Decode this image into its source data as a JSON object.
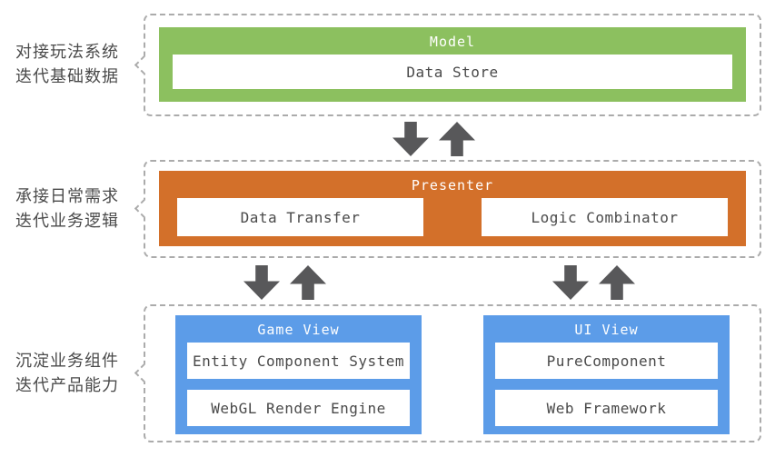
{
  "colors": {
    "model_green": "#8CC05F",
    "presenter_orange": "#D3702A",
    "view_blue": "#5C9CE8",
    "arrow_gray": "#58585A",
    "text_gray": "#4A4A4A",
    "dashed_border": "#ABABAB"
  },
  "sections": [
    {
      "label": [
        "对接玩法系统",
        "迭代基础数据"
      ],
      "layers": [
        {
          "title": "Model",
          "items": [
            "Data Store"
          ]
        }
      ]
    },
    {
      "label": [
        "承接日常需求",
        "迭代业务逻辑"
      ],
      "layers": [
        {
          "title": "Presenter",
          "items": [
            "Data Transfer",
            "Logic Combinator"
          ]
        }
      ]
    },
    {
      "label": [
        "沉淀业务组件",
        "迭代产品能力"
      ],
      "layers": [
        {
          "title": "Game View",
          "items": [
            "Entity Component System",
            "WebGL Render Engine"
          ]
        },
        {
          "title": "UI View",
          "items": [
            "PureComponent",
            "Web Framework"
          ]
        }
      ]
    }
  ]
}
